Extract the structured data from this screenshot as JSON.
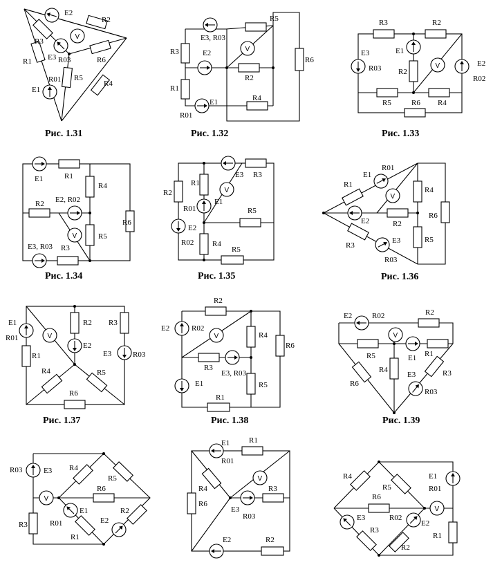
{
  "captions": {
    "f31": "Рис. 1.31",
    "f32": "Рис. 1.32",
    "f33": "Рис. 1.33",
    "f34": "Рис. 1.34",
    "f35": "Рис. 1.35",
    "f36": "Рис. 1.36",
    "f37": "Рис. 1.37",
    "f38": "Рис. 1.38",
    "f39": "Рис. 1.39"
  },
  "labels": {
    "E1": "E1",
    "E2": "E2",
    "E3": "E3",
    "R1": "R1",
    "R2": "R2",
    "R3": "R3",
    "R4": "R4",
    "R5": "R5",
    "R6": "R6",
    "R01": "R01",
    "R02": "R02",
    "R03": "R03",
    "E2R02": "E2, R02",
    "E3R03": "E3, R03",
    "V": "V"
  }
}
